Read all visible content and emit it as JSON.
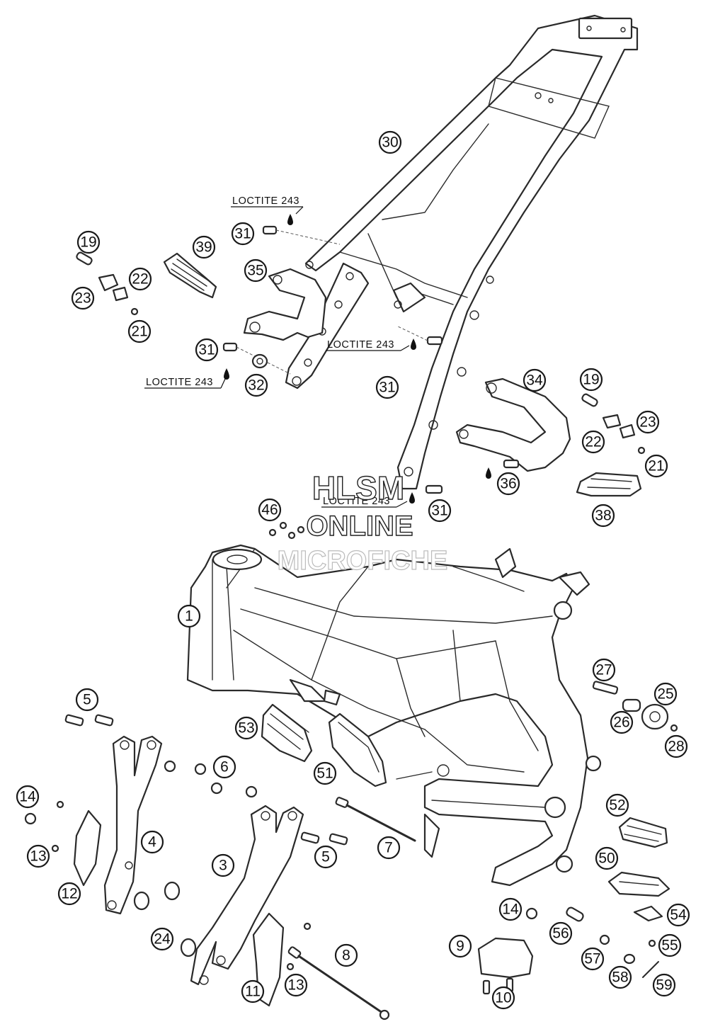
{
  "watermark": {
    "line1": "HLSM",
    "line2": "ONLINE",
    "line3": "MICROFICHE"
  },
  "loctite": {
    "label": "LOCTITE 243"
  },
  "callouts": {
    "c1": "1",
    "c3": "3",
    "c4": "4",
    "c5a": "5",
    "c5b": "5",
    "c6": "6",
    "c7": "7",
    "c8": "8",
    "c9": "9",
    "c10": "10",
    "c11": "11",
    "c12": "12",
    "c13a": "13",
    "c13b": "13",
    "c14a": "14",
    "c14b": "14",
    "c19a": "19",
    "c19b": "19",
    "c21a": "21",
    "c21b": "21",
    "c22a": "22",
    "c22b": "22",
    "c23a": "23",
    "c23b": "23",
    "c24": "24",
    "c25": "25",
    "c26": "26",
    "c27": "27",
    "c28": "28",
    "c30": "30",
    "c31a": "31",
    "c31b": "31",
    "c31c": "31",
    "c31d": "31",
    "c32": "32",
    "c34": "34",
    "c35": "35",
    "c36": "36",
    "c38": "38",
    "c39": "39",
    "c46": "46",
    "c50": "50",
    "c51": "51",
    "c52": "52",
    "c53": "53",
    "c54": "54",
    "c55": "55",
    "c56": "56",
    "c57": "57",
    "c58": "58",
    "c59": "59"
  }
}
